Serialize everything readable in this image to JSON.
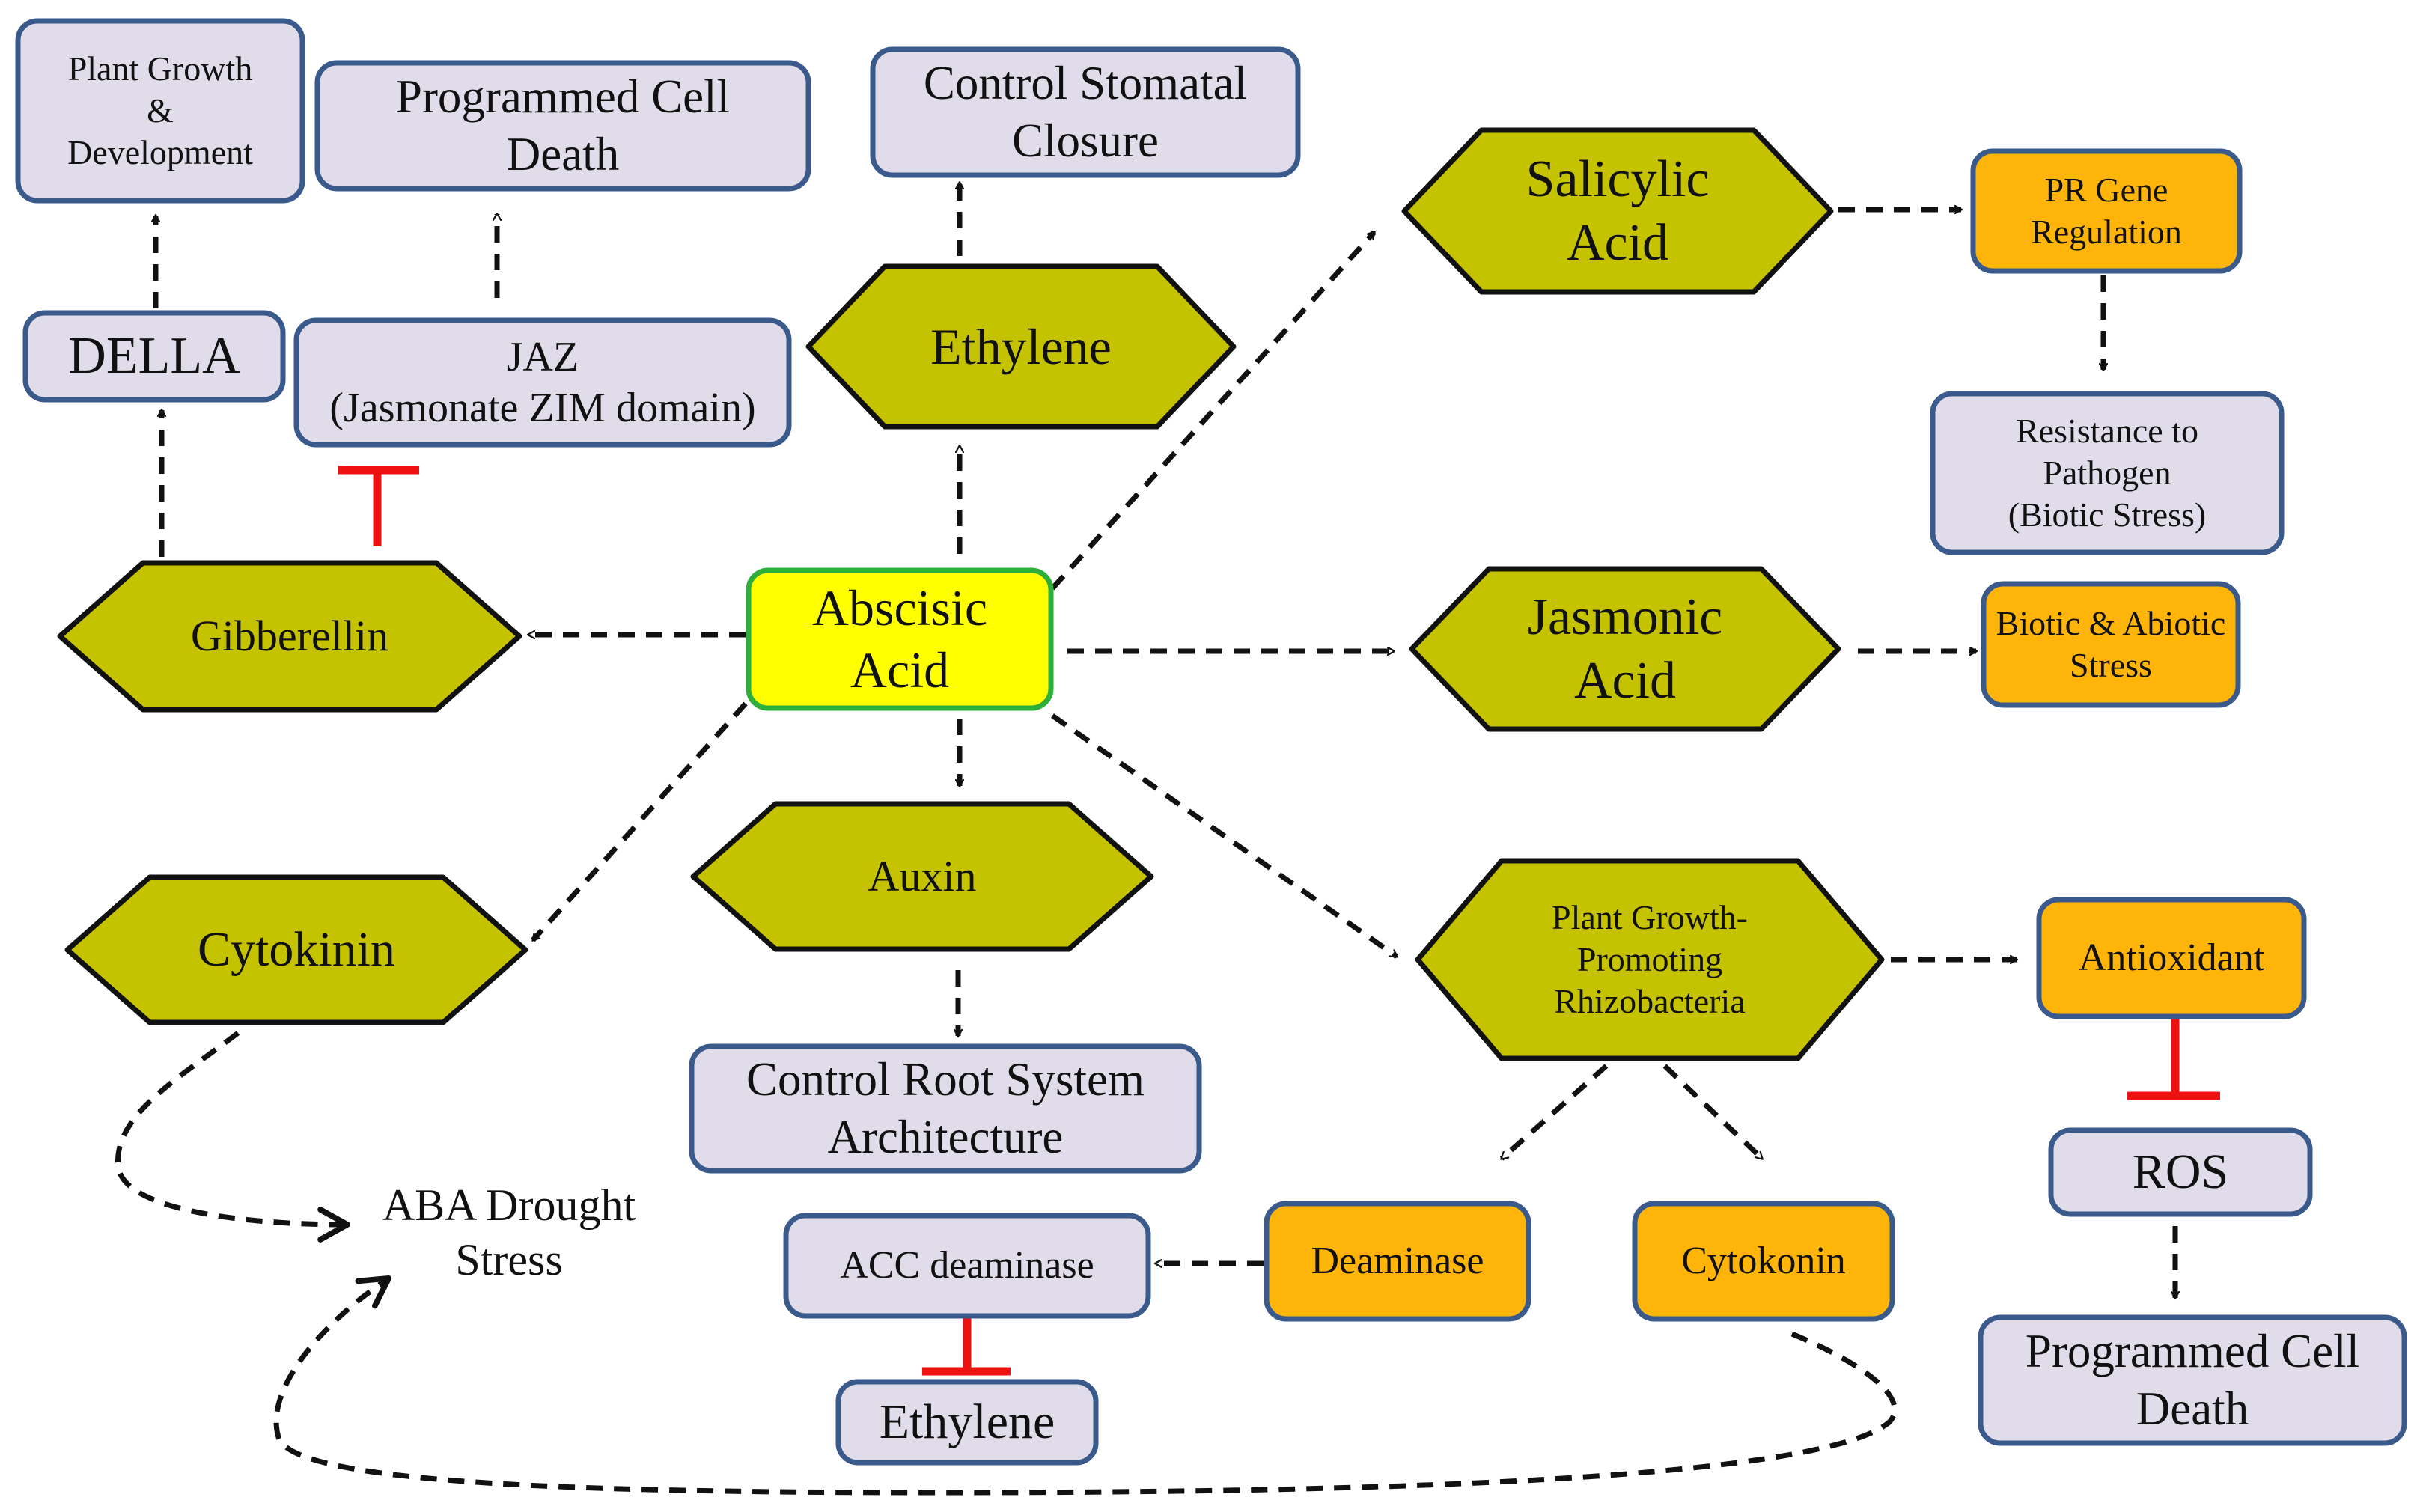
{
  "nodes": {
    "plant_growth": "Plant Growth\n&\nDevelopment",
    "pcd_top": "Programmed Cell\nDeath",
    "stomatal": "Control Stomatal\nClosure",
    "salicylic": "Salicylic\nAcid",
    "pr_gene": "PR Gene\nRegulation",
    "della": "DELLA",
    "jaz": "JAZ\n(Jasmonate ZIM domain)",
    "ethylene_hex": "Ethylene",
    "resistance": "Resistance to\nPathogen\n(Biotic Stress)",
    "gibberellin": "Gibberellin",
    "aba": "Abscisic\nAcid",
    "jasmonic": "Jasmonic\nAcid",
    "biotic_abiotic": "Biotic & Abiotic\nStress",
    "auxin": "Auxin",
    "cytokinin": "Cytokinin",
    "pgpr": "Plant Growth-\nPromoting\nRhizobacteria",
    "antioxidant": "Antioxidant",
    "root_arch": "Control Root System\nArchitecture",
    "aba_drought": "ABA Drought\nStress",
    "ros": "ROS",
    "acc": "ACC deaminase",
    "deaminase": "Deaminase",
    "cytokonin": "Cytokonin",
    "ethylene_box": "Ethylene",
    "pcd_bottom": "Programmed Cell\nDeath"
  },
  "colors": {
    "box_fill": "#e0dcea",
    "box_stroke": "#3b5a8c",
    "hex_fill": "#c5c200",
    "hex_stroke": "#111111",
    "orange_fill": "#ffb40a",
    "aba_fill": "#ffff00",
    "aba_stroke": "#2eae3a",
    "inhibit": "#ee1111",
    "arrow": "#111111"
  }
}
